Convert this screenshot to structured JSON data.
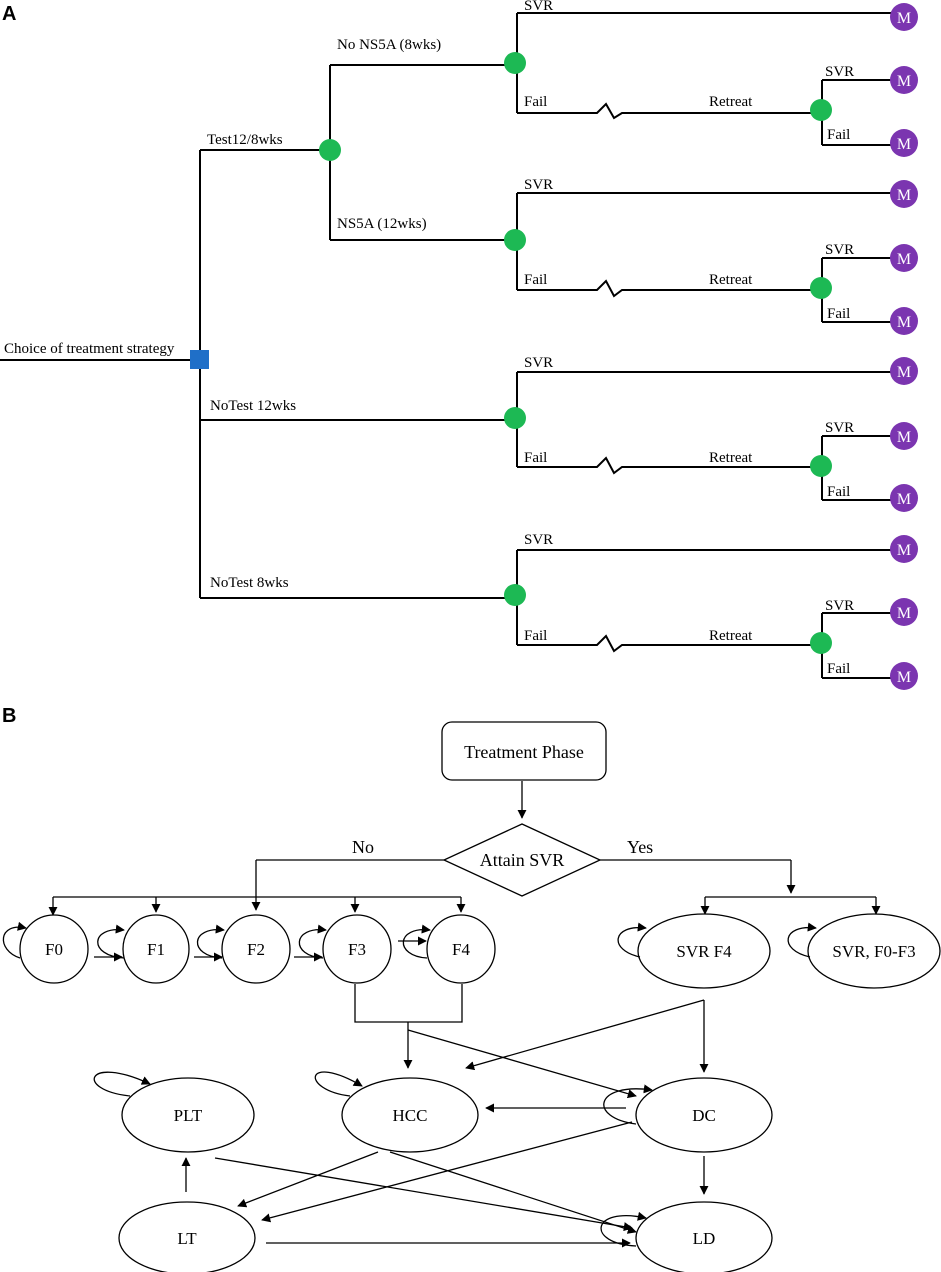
{
  "panel_a": {
    "letter": "A",
    "root_label": "Choice of treatment strategy",
    "m_label": "M",
    "strategies": [
      {
        "label": "Test12/8wks",
        "sub": [
          {
            "label": "No NS5A (8wks)",
            "svr": "SVR",
            "fail": "Fail",
            "retreat": "Retreat",
            "r_svr": "SVR",
            "r_fail": "Fail"
          },
          {
            "label": "NS5A (12wks)",
            "svr": "SVR",
            "fail": "Fail",
            "retreat": "Retreat",
            "r_svr": "SVR",
            "r_fail": "Fail"
          }
        ]
      },
      {
        "label": "NoTest 12wks",
        "svr": "SVR",
        "fail": "Fail",
        "retreat": "Retreat",
        "r_svr": "SVR",
        "r_fail": "Fail"
      },
      {
        "label": "NoTest 8wks",
        "svr": "SVR",
        "fail": "Fail",
        "retreat": "Retreat",
        "r_svr": "SVR",
        "r_fail": "Fail"
      }
    ],
    "colors": {
      "decision": "#1f6fc8",
      "chance": "#1db954",
      "terminal": "#7b35b0"
    }
  },
  "panel_b": {
    "letter": "B",
    "treatment": "Treatment Phase",
    "decision": "Attain SVR",
    "no_label": "No",
    "yes_label": "Yes",
    "fibrosis": [
      "F0",
      "F1",
      "F2",
      "F3",
      "F4"
    ],
    "svr_states": [
      "SVR F4",
      "SVR, F0-F3"
    ],
    "states": {
      "plt": "PLT",
      "hcc": "HCC",
      "dc": "DC",
      "lt": "LT",
      "ld": "LD"
    }
  }
}
